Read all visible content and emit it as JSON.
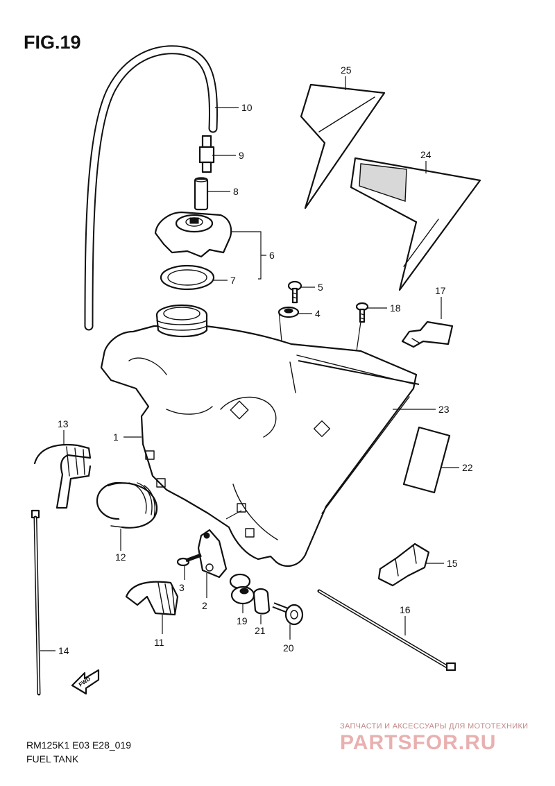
{
  "figure": {
    "title": "FIG.19",
    "code": "RM125K1 E03 E28_019",
    "name": "FUEL TANK"
  },
  "fwd_marker": "FWD",
  "watermark": {
    "line": "ЗАПЧАСТИ И АКСЕССУАРЫ ДЛЯ МОТОТЕХНИКИ",
    "brand": "PARTSFOR.RU"
  },
  "callouts": {
    "c1": "1",
    "c2": "2",
    "c3": "3",
    "c4": "4",
    "c5": "5",
    "c6": "6",
    "c7": "7",
    "c8": "8",
    "c9": "9",
    "c10": "10",
    "c11": "11",
    "c12": "12",
    "c13": "13",
    "c14": "14",
    "c15": "15",
    "c16": "16",
    "c17": "17",
    "c18": "18",
    "c19": "19",
    "c20": "20",
    "c21": "21",
    "c22": "22",
    "c23": "23",
    "c24": "24",
    "c25": "25"
  }
}
